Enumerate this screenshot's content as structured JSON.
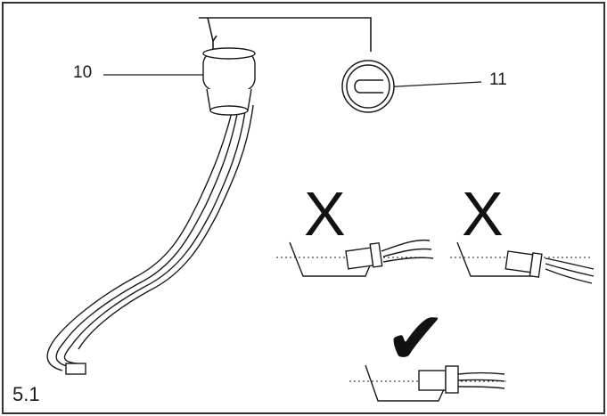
{
  "callouts": {
    "part_10": "10",
    "part_11": "11"
  },
  "figure_number": "5.1",
  "marks": {
    "wrong_1": "X",
    "wrong_2": "X",
    "correct": "✔"
  },
  "colors": {
    "line": "#1a1a1a",
    "frame": "#333333",
    "background": "#ffffff"
  }
}
